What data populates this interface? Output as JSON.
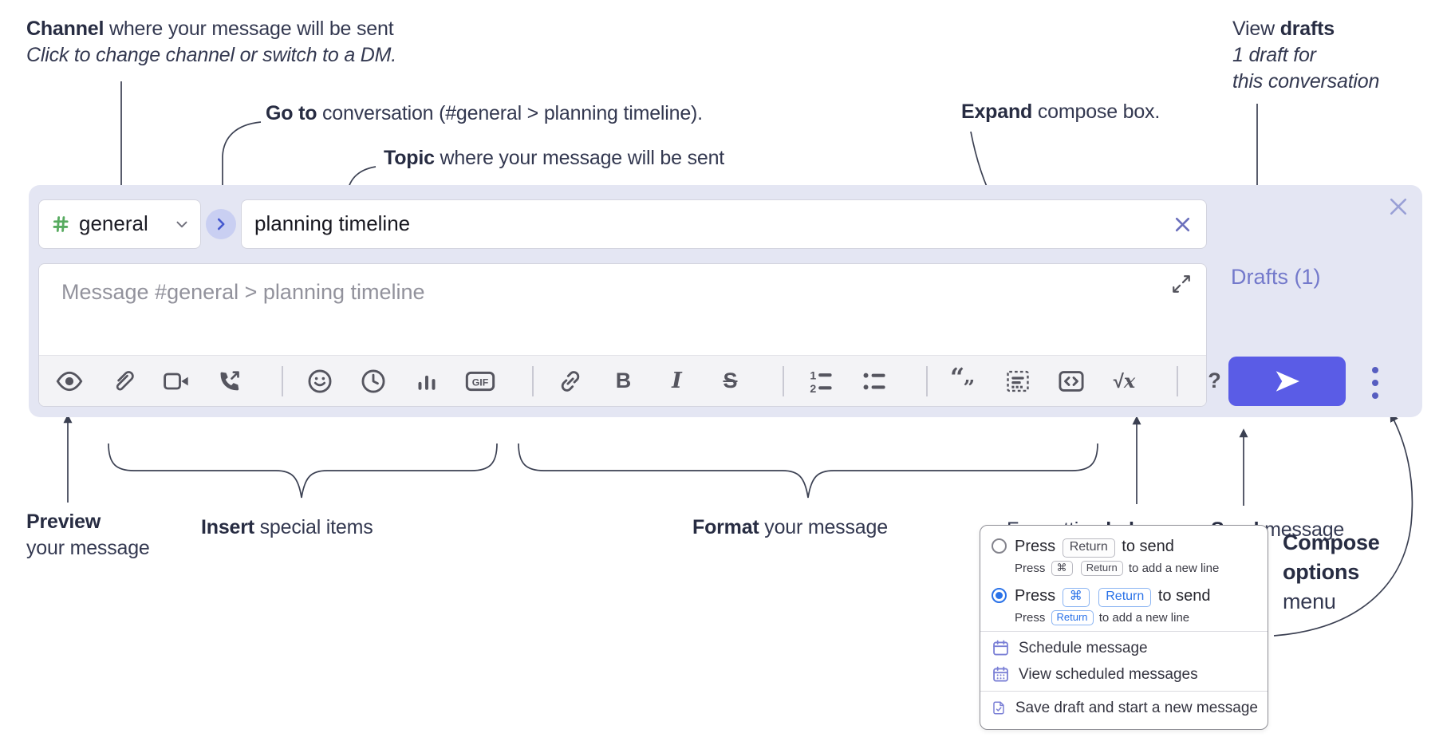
{
  "annotations": {
    "channel": {
      "lead": "Channel",
      "rest": " where your message will be sent",
      "sub": "Click to change channel or switch to a DM."
    },
    "go_to": {
      "lead": "Go to",
      "rest": " conversation (#general > planning timeline)."
    },
    "topic": {
      "lead": "Topic",
      "rest": " where your message will be sent"
    },
    "expand": {
      "lead": "Expand",
      "rest": " compose box."
    },
    "view_drafts": {
      "pre": "View ",
      "lead": "drafts",
      "sub1": "1 draft for",
      "sub2": "this conversation"
    },
    "preview": {
      "lead": "Preview",
      "sub": "your message"
    },
    "insert": {
      "lead": "Insert",
      "rest": " special items"
    },
    "format": {
      "lead": "Format",
      "rest": " your message"
    },
    "formatting_help": {
      "pre": "Formatting ",
      "lead": "help"
    },
    "send": {
      "lead": "Send",
      "rest": " message"
    },
    "compose_options": {
      "line1": "Compose",
      "line2": "options",
      "line3": "menu"
    }
  },
  "compose": {
    "channel": {
      "name": "general"
    },
    "topic": {
      "value": "planning timeline"
    },
    "message": {
      "placeholder": "Message #general > planning timeline"
    },
    "drafts_link": "Drafts (1)"
  },
  "toolbar": {
    "glyphs": {
      "bold": "B",
      "italic": "I",
      "strike": "S",
      "gif": "GIF",
      "help": "?",
      "sqrt": "√",
      "x": "x",
      "ol1": "1",
      "ol2": "2",
      "quote_open": "“",
      "quote_close": "”"
    }
  },
  "popup": {
    "options": [
      {
        "selected": false,
        "press": "Press",
        "kbd1": "Return",
        "tail": "to send",
        "sub_press": "Press",
        "sub_kbd1": "⌘",
        "sub_kbd2": "Return",
        "sub_tail": "to add a new line"
      },
      {
        "selected": true,
        "press": "Press",
        "kbd1": "⌘",
        "kbd2": "Return",
        "tail": "to send",
        "sub_press": "Press",
        "sub_kbd1": "Return",
        "sub_tail": "to add a new line"
      }
    ],
    "items": [
      {
        "label": "Schedule message"
      },
      {
        "label": "View scheduled messages"
      },
      {
        "label": "Save draft and start a new message"
      }
    ]
  },
  "colors": {
    "send_button": "#5a5ce6",
    "drafts_link": "#7379cb",
    "kbd_blue": "#2a72e8",
    "hash_green": "#58ab60",
    "container": "#e4e6f3"
  }
}
